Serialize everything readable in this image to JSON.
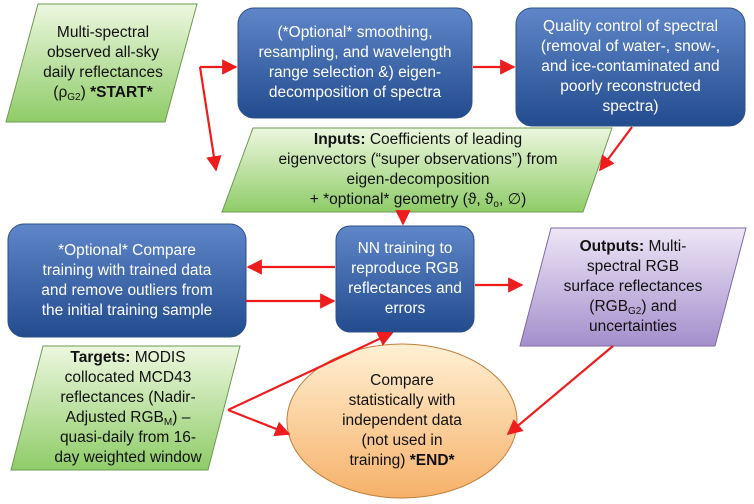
{
  "colors": {
    "green_light": "#ecf7df",
    "green_dark": "#8fcc68",
    "blue_light": "#5e86c8",
    "blue_dark": "#234c8f",
    "purple_light": "#ede6f6",
    "purple_dark": "#a48fcc",
    "orange_light": "#fff0d4",
    "orange_dark": "#f6b169",
    "arrow": "#ee1c1c"
  },
  "nodes": {
    "start": {
      "shape": "parallelogram",
      "line1": "Multi-spectral",
      "line2": "observed all-sky",
      "line3": "daily reflectances",
      "line4_pre": "(ρ",
      "line4_sub": "G2",
      "line4_post": ")",
      "line4_bold": "*START*"
    },
    "optional_smoothing": {
      "shape": "rounded-rect",
      "line1": "(*Optional* smoothing,",
      "line2": "resampling, and wavelength",
      "line3": "range selection &) eigen-",
      "line4": "decomposition of spectra"
    },
    "quality_control": {
      "shape": "rounded-rect",
      "line1": "Quality control of spectral",
      "line2": "(removal of water-, snow-,",
      "line3": "and ice-contaminated and",
      "line4": "poorly reconstructed",
      "line5": "spectra)"
    },
    "inputs": {
      "shape": "parallelogram",
      "bold": "Inputs:",
      "line1_rest": " Coefficients of leading",
      "line2": "eigenvectors (“super observations”) from",
      "line3": "eigen-decomposition",
      "line4_pre": "+ *optional* geometry (ϑ, ϑ",
      "line4_sub": "o",
      "line4_post": ", ∅)"
    },
    "optional_compare": {
      "shape": "rounded-rect",
      "line1": "*Optional* Compare",
      "line2": "training with trained data",
      "line3": "and remove outliers from",
      "line4": "the initial training sample"
    },
    "nn_training": {
      "shape": "rounded-rect",
      "line1": "NN training to",
      "line2": "reproduce RGB",
      "line3": "reflectances and",
      "line4": "errors"
    },
    "outputs": {
      "shape": "parallelogram",
      "bold": "Outputs:",
      "line1_rest": " Multi-",
      "line2": "spectral RGB",
      "line3": "surface reflectances",
      "line4_pre": "(RGB",
      "line4_sub": "G2",
      "line4_post": ") and",
      "line5": "uncertainties"
    },
    "targets": {
      "shape": "parallelogram",
      "bold": "Targets:",
      "line1_rest": " MODIS",
      "line2": "collocated MCD43",
      "line3": "reflectances (Nadir-",
      "line4_pre": "Adjusted RGB",
      "line4_sub": "M",
      "line4_post": ") –",
      "line5": "quasi-daily from 16-",
      "line6": "day weighted window"
    },
    "end": {
      "shape": "ellipse",
      "line1": "Compare",
      "line2": "statistically with",
      "line3": "independent data",
      "line4": "(not used in",
      "line5_pre": "training) ",
      "line5_bold": "*END*"
    }
  },
  "edges": [
    {
      "from": "start",
      "to": "optional_smoothing"
    },
    {
      "from": "start",
      "to": "inputs"
    },
    {
      "from": "optional_smoothing",
      "to": "quality_control"
    },
    {
      "from": "quality_control",
      "to": "inputs"
    },
    {
      "from": "inputs",
      "to": "nn_training"
    },
    {
      "from": "nn_training",
      "to": "optional_compare"
    },
    {
      "from": "optional_compare",
      "to": "nn_training"
    },
    {
      "from": "nn_training",
      "to": "outputs"
    },
    {
      "from": "targets",
      "to": "nn_training"
    },
    {
      "from": "targets",
      "to": "end"
    },
    {
      "from": "outputs",
      "to": "end"
    }
  ]
}
